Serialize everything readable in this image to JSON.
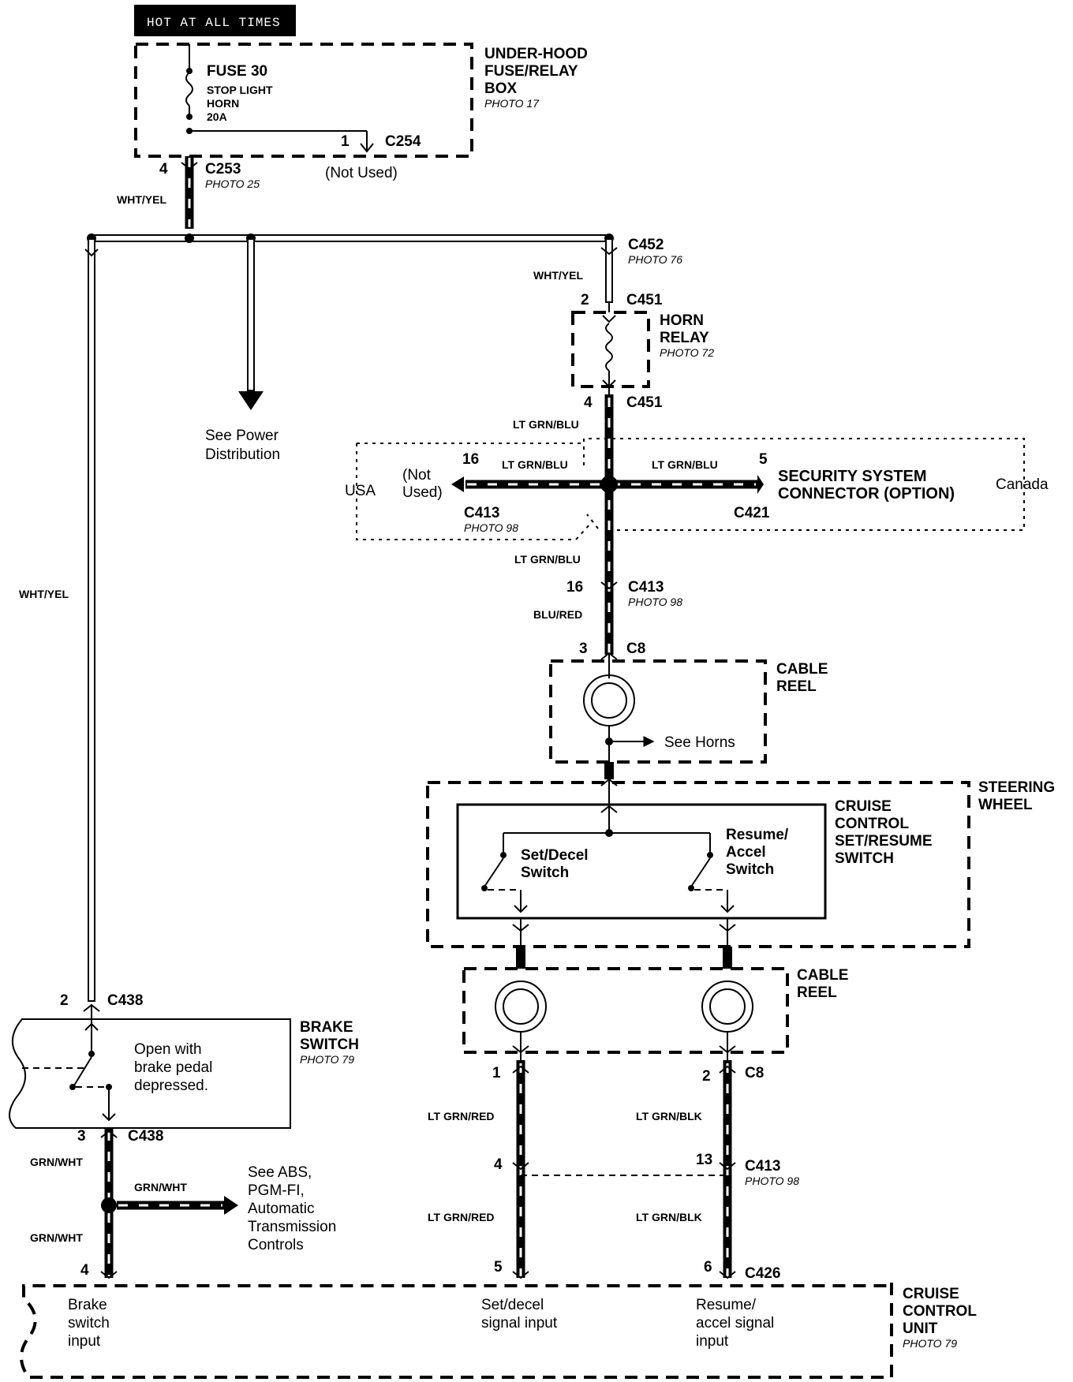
{
  "header": {
    "hot_label": "HOT AT ALL TIMES"
  },
  "fuse_box": {
    "fuse": "FUSE 30",
    "fuse_lines": [
      "STOP LIGHT",
      "HORN",
      "20A"
    ],
    "title_lines": [
      "UNDER-HOOD",
      "FUSE/RELAY",
      "BOX"
    ],
    "photo": "PHOTO 17",
    "c254_pin": "1",
    "c254": "C254",
    "not_used": "(Not Used)"
  },
  "c253": {
    "pin": "4",
    "name": "C253",
    "photo": "PHOTO 25",
    "wire": "WHT/YEL"
  },
  "power_dist": [
    "See Power",
    "Distribution"
  ],
  "left_wire": "WHT/YEL",
  "c452": {
    "name": "C452",
    "photo": "PHOTO 76",
    "wire": "WHT/YEL"
  },
  "horn_relay": {
    "pin_top": "2",
    "conn_top": "C451",
    "title_lines": [
      "HORN",
      "RELAY"
    ],
    "photo": "PHOTO 72",
    "pin_bottom": "4",
    "conn_bottom": "C451",
    "wire_out": "LT GRN/BLU"
  },
  "security": {
    "usa": "USA",
    "not_used": [
      "(Not",
      "Used)"
    ],
    "pin_left": "16",
    "wire_left": "LT GRN/BLU",
    "conn_left": "C413",
    "photo_left": "PHOTO 98",
    "pin_right": "5",
    "wire_right": "LT GRN/BLU",
    "title_lines": [
      "SECURITY SYSTEM",
      "CONNECTOR (OPTION)"
    ],
    "conn_right": "C421",
    "canada": "Canada",
    "wire_down": "LT GRN/BLU"
  },
  "c413_mid": {
    "pin": "16",
    "name": "C413",
    "photo": "PHOTO 98",
    "wire": "BLU/RED"
  },
  "cable_reel_top": {
    "pin": "3",
    "conn": "C8",
    "title_lines": [
      "CABLE",
      "REEL"
    ],
    "see_horns": "See Horns"
  },
  "steering": {
    "title_lines": [
      "STEERING",
      "WHEEL"
    ],
    "switch_title_lines": [
      "CRUISE",
      "CONTROL",
      "SET/RESUME",
      "SWITCH"
    ],
    "set_lines": [
      "Set/Decel",
      "Switch"
    ],
    "resume_lines": [
      "Resume/",
      "Accel",
      "Switch"
    ]
  },
  "cable_reel_bottom": {
    "title_lines": [
      "CABLE",
      "REEL"
    ],
    "pin_left": "1",
    "pin_right": "2",
    "conn": "C8"
  },
  "lower_wires": {
    "left_upper": "LT GRN/RED",
    "right_upper": "LT GRN/BLK",
    "pin_left_413": "4",
    "pin_right_413": "13",
    "c413": "C413",
    "c413_photo": "PHOTO 98",
    "left_lower": "LT GRN/RED",
    "right_lower": "LT GRN/BLK",
    "pin_left_426": "5",
    "pin_right_426": "6",
    "c426": "C426"
  },
  "brake_switch": {
    "pin_top": "2",
    "conn_top": "C438",
    "title_lines": [
      "BRAKE",
      "SWITCH"
    ],
    "photo": "PHOTO 79",
    "note_lines": [
      "Open with",
      "brake pedal",
      "depressed."
    ],
    "pin_bottom": "3",
    "conn_bottom": "C438",
    "wire_upper": "GRN/WHT",
    "wire_branch": "GRN/WHT",
    "wire_lower": "GRN/WHT",
    "see_lines": [
      "See ABS,",
      "PGM-FI,",
      "Automatic",
      "Transmission",
      "Controls"
    ],
    "pin_unit": "4"
  },
  "ccu": {
    "title_lines": [
      "CRUISE",
      "CONTROL",
      "UNIT"
    ],
    "photo": "PHOTO 79",
    "brake_input": [
      "Brake",
      "switch",
      "input"
    ],
    "set_input": [
      "Set/decel",
      "signal input"
    ],
    "resume_input": [
      "Resume/",
      "accel signal",
      "input"
    ]
  }
}
